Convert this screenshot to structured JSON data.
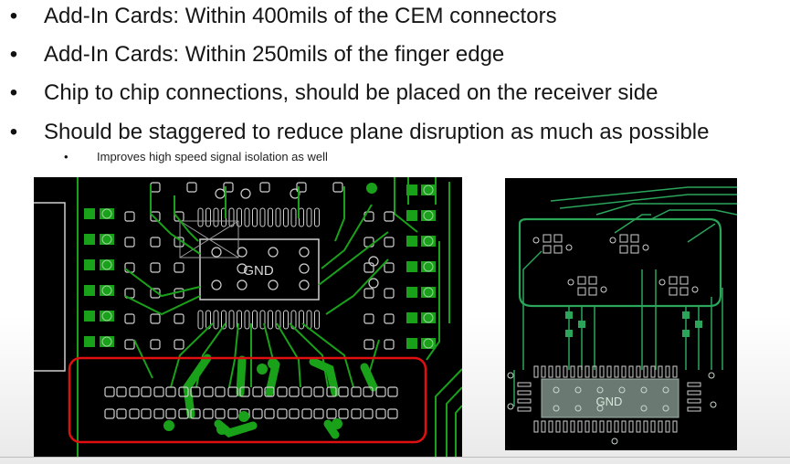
{
  "slide": {
    "bullets": [
      "Add-In Cards: Within 400mils of the CEM connectors",
      "Add-In Cards: Within 250mils of the finger edge",
      "Chip to chip connections, should be placed on the receiver side",
      "Should be staggered to reduce plane disruption as much as possible"
    ],
    "bullet_marker": "•",
    "sub_bullet": "Improves high speed signal isolation as well",
    "sub_marker": "•"
  },
  "layout_a": {
    "gnd_label": "GND",
    "colors": {
      "board": "#000000",
      "copper": "#1aa11a",
      "outline": "#c8c8c8",
      "highlight": "#e01010"
    }
  },
  "layout_b": {
    "gnd_label": "GND",
    "colors": {
      "board": "#000000",
      "copper": "#2aa55a",
      "outline": "#c8c8c8",
      "gnd_fill": "#6a7a72"
    }
  }
}
